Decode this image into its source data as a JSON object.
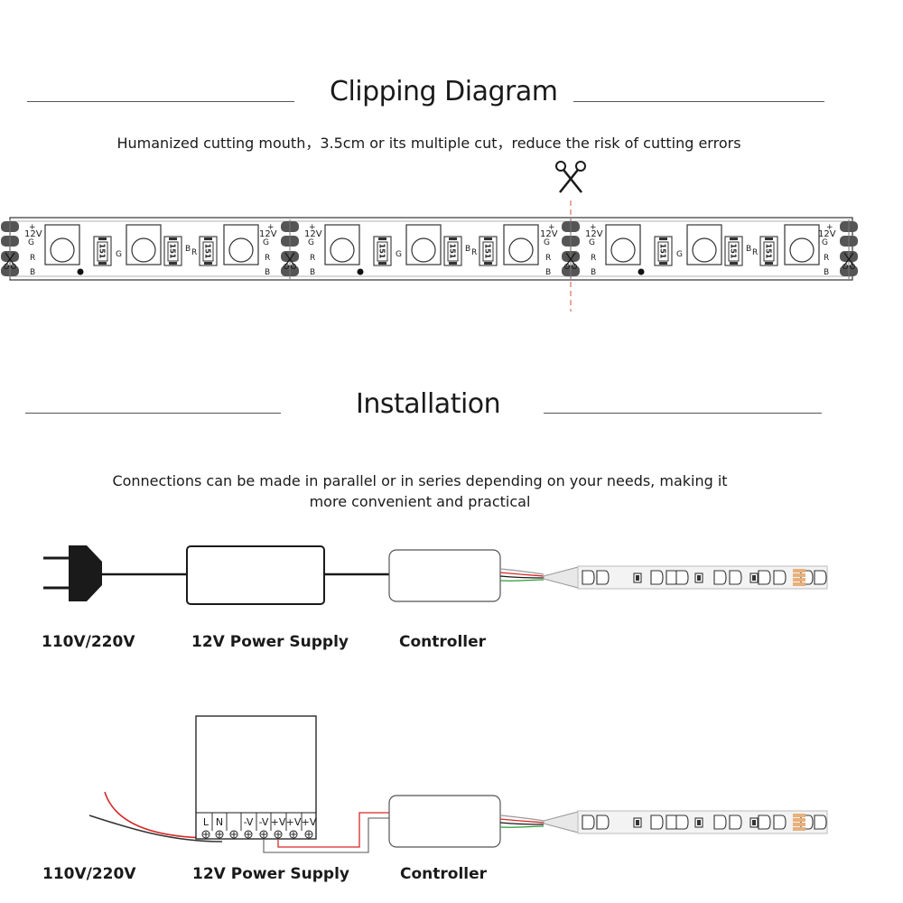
{
  "clipping": {
    "title": "Clipping Diagram",
    "subtitle": "Humanized cutting mouth，3.5cm or its multiple cut，reduce the risk of cutting errors",
    "pad_labels": [
      "12V",
      "G",
      "R",
      "B"
    ],
    "resistor_label": "151",
    "g_mark": "G",
    "b_mark": "B",
    "r_mark": "R"
  },
  "installation": {
    "title": "Installation",
    "subtitle_line1": "Connections can be made in parallel or in series depending on your needs, making it",
    "subtitle_line2": "more convenient and practical"
  },
  "wiring1": {
    "mains_label": "110V/220V",
    "psu_label": "12V Power Supply",
    "controller_label": "Controller"
  },
  "wiring2": {
    "mains_label": "110V/220V",
    "psu_label": "12V Power Supply",
    "controller_label": "Controller",
    "terminals": [
      "L",
      "N",
      "",
      "-V",
      "-V",
      "+V",
      "+V",
      "+V"
    ]
  },
  "colors": {
    "line": "#1a1a1a",
    "cut_line": "#e07a6a",
    "wire_red": "#d62828",
    "wire_green": "#2e9a3a",
    "strip_fill": "#f3f3f3"
  }
}
